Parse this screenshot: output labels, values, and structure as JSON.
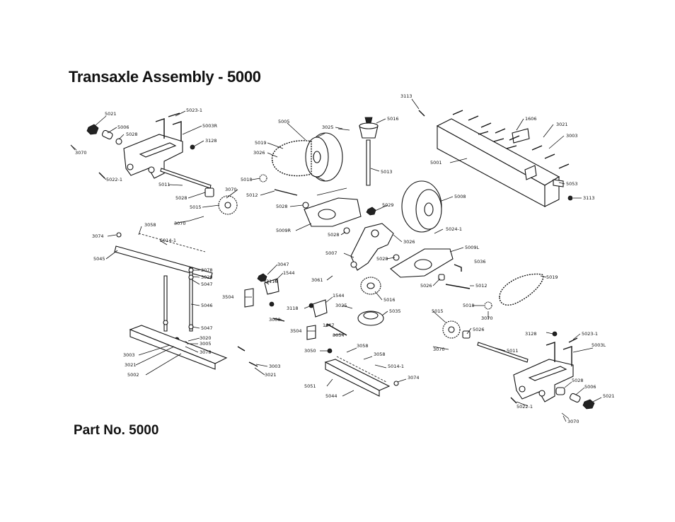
{
  "title": "Transaxle Assembly - 5000",
  "part_number": "Part No. 5000",
  "labels": {
    "l5021a": "5021",
    "l5006a": "5006",
    "l5028a": "5028",
    "l3070a": "3070",
    "l5023_1a": "5023-1",
    "l5003R": "5003R",
    "l3128a": "3128",
    "l5022_1a": "5022-1",
    "l5011a": "5011",
    "l5028b": "5028",
    "l5015": "5015",
    "l3070b": "3070",
    "l5018a": "5018",
    "l5005": "5005",
    "l5019a": "5019",
    "l3026a": "3026",
    "l3025a": "3025",
    "l5016a": "5016",
    "l5013": "5013",
    "l5012a": "5012",
    "l5028c": "5028",
    "l5029": "5029",
    "l5009R": "5009R",
    "l5028d": "5028",
    "l3113a": "3113",
    "l1606": "1606",
    "l3021a": "3021",
    "l3003a": "3003",
    "l5001": "5001",
    "l5053": "5053",
    "l3113b": "3113",
    "l5008": "5008",
    "l5024_1": "5024-1",
    "l3026b": "3026",
    "l5009L": "5009L",
    "l5007": "5007",
    "l5028e": "5028",
    "l5036": "5036",
    "l3058a": "3058",
    "l3070c": "3070",
    "l3074a": "3074",
    "l5014_1a": "5014-1",
    "l5045": "5045",
    "l3078a": "3078",
    "l3020a": "3020",
    "l5047a": "5047",
    "l5046": "5046",
    "l5047b": "5047",
    "l3020b": "3020",
    "l3005": "3005",
    "l3078b": "3078",
    "l3003b": "3003",
    "l3021b": "3021",
    "l5002": "5002",
    "l3003c": "3003",
    "l3021c": "3021",
    "l3047": "3047",
    "l1544a": "1544",
    "l3118a": "3118",
    "l3061": "3061",
    "l3504a": "3504",
    "l1544b": "1544",
    "l3025b": "3025",
    "l3118b": "3118",
    "l3000": "3000",
    "l1647": "1647",
    "l3504b": "3504",
    "l3054": "3054",
    "l5016b": "5016",
    "l5035": "5035",
    "l5026a": "5026",
    "l5012b": "5012",
    "l5019b": "5019",
    "l5018b": "5018",
    "l3070d": "3070",
    "l5015b": "5015",
    "l5026b": "5026",
    "l3070e": "3070",
    "l3050": "3050",
    "l3058b": "3058",
    "l3058c": "3058",
    "l5014_1b": "5014-1",
    "l3074b": "3074",
    "l5051": "5051",
    "l5044": "5044",
    "l5011b": "5011",
    "l3128b": "3128",
    "l5023_1b": "5023-1",
    "l5003L": "5003L",
    "l5028f": "5028",
    "l5006b": "5006",
    "l5021b": "5021",
    "l5022_1b": "5022-1",
    "l3070f": "3070"
  }
}
